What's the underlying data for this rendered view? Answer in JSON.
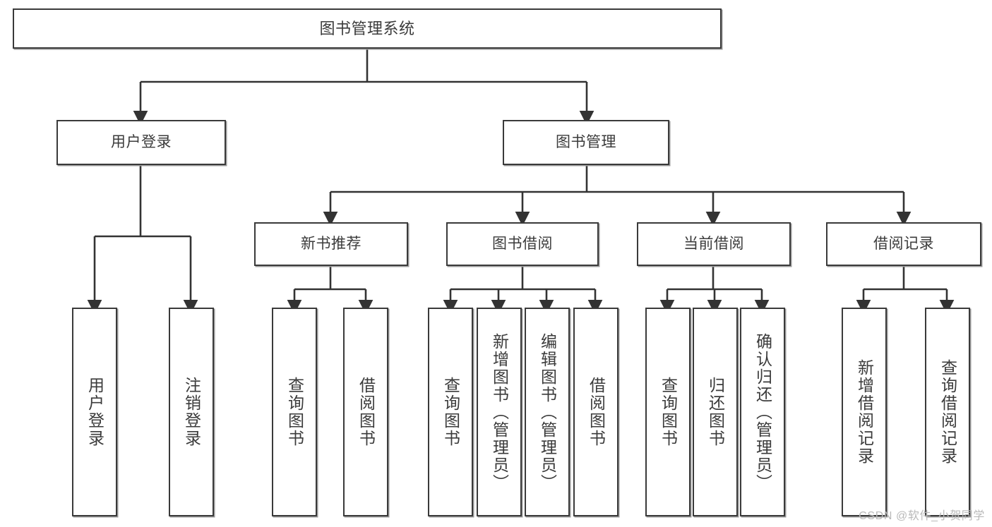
{
  "diagram": {
    "title": "图书管理系统",
    "type": "hierarchy-tree",
    "colors": {
      "background": "#ffffff",
      "box_border": "#3a3a3a",
      "box_fill": "#ffffff",
      "text": "#3b3b3b",
      "edge": "#333333",
      "shadow": "#9a9a9a",
      "watermark": "#b9b9b9"
    },
    "root": {
      "label": "图书管理系统"
    },
    "level2": [
      {
        "label": "用户登录"
      },
      {
        "label": "图书管理"
      }
    ],
    "level3": [
      {
        "label": "新书推荐"
      },
      {
        "label": "图书借阅"
      },
      {
        "label": "当前借阅"
      },
      {
        "label": "借阅记录"
      }
    ],
    "leaves": {
      "user_login": [
        {
          "label": "用户登录"
        },
        {
          "label": "注销登录"
        }
      ],
      "new_book_recommend": [
        {
          "label": "查询图书"
        },
        {
          "label": "借阅图书"
        }
      ],
      "book_borrow": [
        {
          "label": "查询图书"
        },
        {
          "label": "新增图书（管理员）"
        },
        {
          "label": "编辑图书（管理员）"
        },
        {
          "label": "借阅图书"
        }
      ],
      "current_borrow": [
        {
          "label": "查询图书"
        },
        {
          "label": "归还图书"
        },
        {
          "label": "确认归还（管理员）"
        }
      ],
      "borrow_record": [
        {
          "label": "新增借阅记录"
        },
        {
          "label": "查询借阅记录"
        }
      ]
    }
  },
  "watermark": {
    "text": "CSDN @软件_小贺同学"
  }
}
